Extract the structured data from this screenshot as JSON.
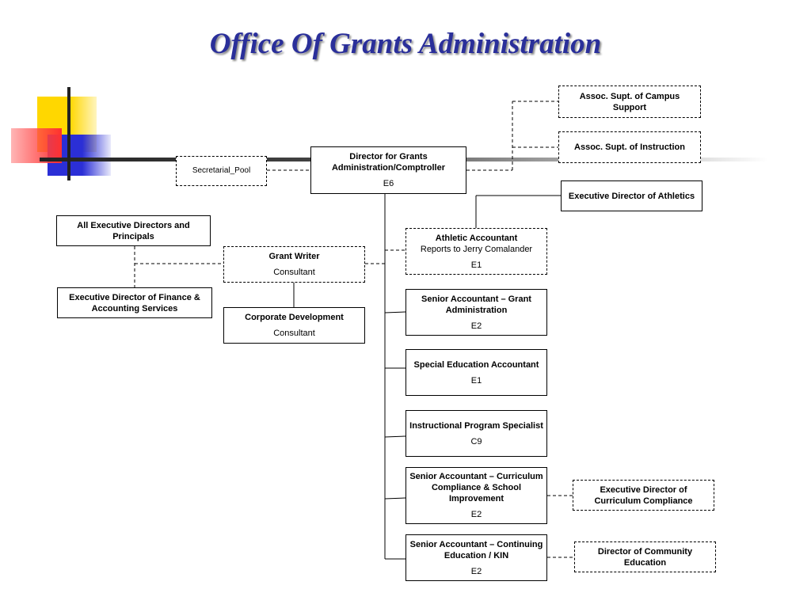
{
  "title": "Office Of Grants Administration",
  "boxes": {
    "director": {
      "title": "Director for Grants Administration/Comptroller",
      "sub": "E6"
    },
    "secretarial": {
      "title": "Secretarial_Pool"
    },
    "assoc_campus": {
      "title": "Assoc. Supt. of Campus Support"
    },
    "assoc_instruction": {
      "title": "Assoc. Supt. of Instruction"
    },
    "exec_athletics": {
      "title": "Executive Director of Athletics"
    },
    "all_exec": {
      "title": "All Executive Directors and Principals"
    },
    "grant_writer": {
      "title": "Grant Writer",
      "sub": "Consultant"
    },
    "exec_finance": {
      "title": "Executive Director of Finance & Accounting Services"
    },
    "corp_dev": {
      "title": "Corporate Development",
      "sub": "Consultant"
    },
    "athletic_acct": {
      "title": "Athletic Accountant",
      "line2": "Reports to Jerry Comalander",
      "sub": "E1"
    },
    "senior_grant": {
      "title": "Senior Accountant – Grant Administration",
      "sub": "E2"
    },
    "special_ed": {
      "title": "Special Education Accountant",
      "sub": "E1"
    },
    "instructional": {
      "title": "Instructional Program Specialist",
      "sub": "C9"
    },
    "senior_curriculum": {
      "title": "Senior Accountant – Curriculum Compliance & School Improvement",
      "sub": "E2"
    },
    "exec_curriculum": {
      "title": "Executive Director of Curriculum Compliance"
    },
    "senior_continuing": {
      "title": "Senior Accountant – Continuing Education / KIN",
      "sub": "E2"
    },
    "dir_community": {
      "title": "Director of Community Education"
    }
  },
  "colors": {
    "title": "#2a2f9a",
    "deco_yellow": "#ffd700",
    "deco_red": "#ff3b3b",
    "deco_blue": "#2b2fd6"
  }
}
